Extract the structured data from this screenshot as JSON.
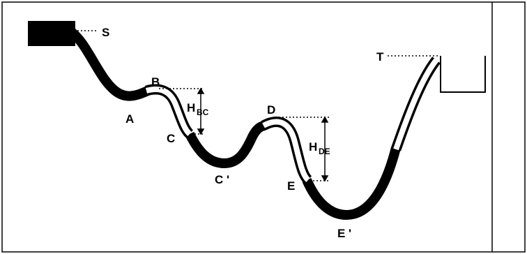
{
  "labels": {
    "S": "S",
    "A": "A",
    "B": "B",
    "C": "C",
    "C_prime": "C '",
    "D": "D",
    "E": "E",
    "E_prime": "E '",
    "T": "T",
    "H_BC_main": "H",
    "H_BC_sub": "BC",
    "H_DE_main": "H",
    "H_DE_sub": "DE"
  },
  "colors": {
    "ink": "#000000",
    "paper": "#ffffff",
    "frame": "#000000"
  }
}
